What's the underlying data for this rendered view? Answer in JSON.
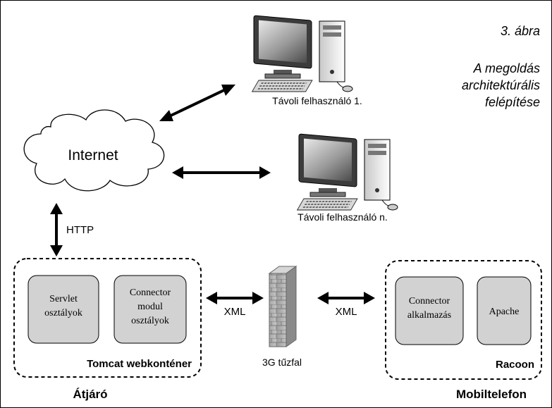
{
  "figure": {
    "number": "3. ábra",
    "caption_lines": [
      "A megoldás",
      "architektúrális",
      "felépítése"
    ]
  },
  "nodes": {
    "internet": "Internet",
    "remote_user_1": "Távoli felhasználó 1.",
    "remote_user_n": "Távoli felhasználó n.",
    "firewall": "3G tűzfal"
  },
  "links": {
    "http": "HTTP",
    "xml_left": "XML",
    "xml_right": "XML"
  },
  "tomcat": {
    "title": "Tomcat webkonténer",
    "group_label": "Átjáró",
    "modules": [
      [
        "Servlet",
        "osztályok"
      ],
      [
        "Connector",
        "modul",
        "osztályok"
      ]
    ]
  },
  "racoon": {
    "title": "Racoon",
    "group_label": "Mobiltelefon",
    "modules": [
      [
        "Connector",
        "alkalmazás"
      ],
      [
        "Apache"
      ]
    ]
  }
}
